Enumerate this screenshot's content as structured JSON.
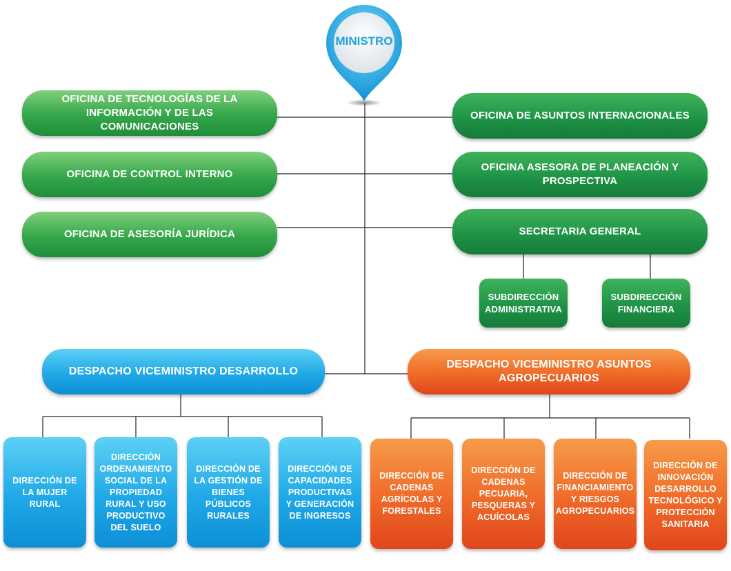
{
  "root": {
    "label": "MINISTRO"
  },
  "left_offices": [
    {
      "label": "OFICINA DE TECNOLOGÍAS DE LA INFORMACIÓN Y DE LAS COMUNICACIONES"
    },
    {
      "label": "OFICINA DE CONTROL INTERNO"
    },
    {
      "label": "OFICINA DE ASESORÍA JURÍDICA"
    }
  ],
  "right_offices": [
    {
      "label": "OFICINA DE ASUNTOS INTERNACIONALES"
    },
    {
      "label": "OFICINA ASESORA DE PLANEACIÓN Y PROSPECTIVA"
    },
    {
      "label": "SECRETARIA GENERAL"
    }
  ],
  "secretaria_subunits": [
    {
      "label": "SUBDIRECCIÓN ADMINISTRATIVA"
    },
    {
      "label": "SUBDIRECCIÓN FINANCIERA"
    }
  ],
  "vice_desarrollo": {
    "label": "DESPACHO VICEMINISTRO DESARROLLO",
    "directions": [
      {
        "label": "DIRECCIÓN DE LA MUJER RURAL"
      },
      {
        "label": "DIRECCIÓN ORDENAMIENTO SOCIAL DE LA PROPIEDAD RURAL Y USO PRODUCTIVO DEL SUELO"
      },
      {
        "label": "DIRECCIÓN DE LA GESTIÓN DE BIENES PÚBLICOS RURALES"
      },
      {
        "label": "DIRECCIÓN DE CAPACIDADES PRODUCTIVAS Y GENERACIÓN DE INGRESOS"
      }
    ]
  },
  "vice_agropecuarios": {
    "label": "DESPACHO VICEMINISTRO ASUNTOS AGROPECUARIOS",
    "directions": [
      {
        "label": "DIRECCIÓN DE CADENAS AGRÍCOLAS Y FORESTALES"
      },
      {
        "label": "DIRECCIÓN DE CADENAS PECUARIA, PESQUERAS Y ACUÍCOLAS"
      },
      {
        "label": "DIRECCIÓN DE FINANCIAMIENTO Y RIESGOS AGROPECUARIOS"
      },
      {
        "label": "DIRECCIÓN DE INNOVACIÓN DESARROLLO TECNOLÓGICO Y PROTECCIÓN SANITARIA"
      }
    ]
  },
  "colors": {
    "green": "#34a64a",
    "blue": "#1fa8e6",
    "orange": "#ef6a28",
    "pin": "#1ba3dd",
    "line": "#222222"
  }
}
